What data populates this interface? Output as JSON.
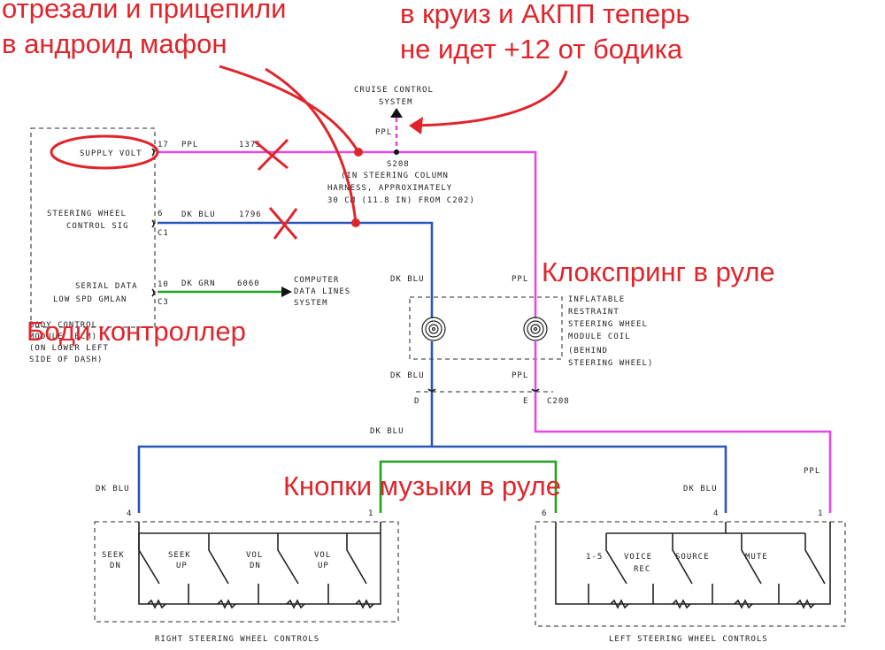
{
  "annotations": {
    "cut_note_line1": "отрезали и прицепили",
    "cut_note_line2": "в андроид мафон",
    "cruise_note_line1": "в круиз и АКПП теперь",
    "cruise_note_line2": "не идет +12 от бодика",
    "clockspring": "Клокспринг в руле",
    "body_controller": "Боди контроллер",
    "music_buttons": "Кнопки музыки в руле"
  },
  "bcm": {
    "supply_volt": "SUPPLY VOLT",
    "sw_control_line1": "STEERING WHEEL",
    "sw_control_line2": "CONTROL SIG",
    "serial_line1": "SERIAL DATA",
    "serial_line2": "LOW SPD GMLAN",
    "module_line1": "BODY CONTROL",
    "module_line2": "MODULE (BCM)",
    "module_line3": "(ON LOWER LEFT",
    "module_line4": "SIDE OF DASH)",
    "pin_17": "17",
    "pin_6": "6",
    "pin_c1": "C1",
    "pin_10": "10",
    "pin_c3": "C3"
  },
  "wires": {
    "ppl": "PPL",
    "dk_blu": "DK BLU",
    "dk_grn": "DK GRN",
    "circ_1375": "1375",
    "circ_1796": "1796",
    "circ_6060": "6060"
  },
  "cruise": {
    "line1": "CRUISE CONTROL",
    "line2": "SYSTEM"
  },
  "splice": {
    "id": "S208",
    "line1": "(IN STEERING COLUMN",
    "line2": "HARNESS, APPROXIMATELY",
    "line3": "30 CM (11.8 IN) FROM C202)"
  },
  "computer": {
    "line1": "COMPUTER",
    "line2": "DATA LINES",
    "line3": "SYSTEM"
  },
  "coil": {
    "line1": "INFLATABLE",
    "line2": "RESTRAINT",
    "line3": "STEERING WHEEL",
    "line4": "MODULE COIL",
    "line5": "(BEHIND",
    "line6": "STEERING WHEEL)"
  },
  "connector": {
    "id": "C208",
    "pin_d": "D",
    "pin_e": "E"
  },
  "right_controls": {
    "title": "RIGHT STEERING WHEEL CONTROLS",
    "pin_4": "4",
    "pin_1": "1",
    "seek_dn_1": "SEEK",
    "seek_dn_2": "DN",
    "seek_up_1": "SEEK",
    "seek_up_2": "UP",
    "vol_dn_1": "VOL",
    "vol_dn_2": "DN",
    "vol_up_1": "VOL",
    "vol_up_2": "UP"
  },
  "left_controls": {
    "title": "LEFT STEERING WHEEL CONTROLS",
    "pin_6": "6",
    "pin_4": "4",
    "pin_1": "1",
    "t5": "1-5",
    "voice_1": "VOICE",
    "voice_2": "REC",
    "source": "SOURCE",
    "mute": "MUTE"
  },
  "colors": {
    "ppl_wire": "#e64ae0",
    "dk_blu_wire": "#2a55b8",
    "dk_grn_wire": "#22a020",
    "annotation": "#e0242a"
  }
}
